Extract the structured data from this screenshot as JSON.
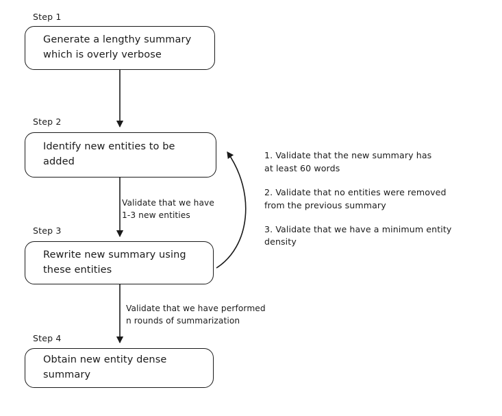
{
  "diagram": {
    "title": "Chain of Density summarization flowchart",
    "background_color": "#ffffff",
    "stroke_color": "#1a1a1a"
  },
  "steps": [
    {
      "label": "Step 1",
      "text": "Generate a lengthy summary\nwhich is overly verbose"
    },
    {
      "label": "Step 2",
      "text": "Identify new entities to be\nadded"
    },
    {
      "label": "Step 3",
      "text": "Rewrite new summary using\nthese entities"
    },
    {
      "label": "Step 4",
      "text": "Obtain new entity dense\nsummary"
    }
  ],
  "edges": {
    "step1_to_step2_label": "",
    "step2_to_step3_label": "Validate that we have\n1-3 new entities",
    "step3_to_step4_label": "Validate that we have performed\nn rounds of summarization",
    "step3_to_step2_label": ""
  },
  "validation_notes": [
    "1. Validate that the new summary has\nat least 60 words",
    "2. Validate that no entities were removed\nfrom the previous summary",
    "3. Validate that we have a minimum entity\ndensity"
  ]
}
